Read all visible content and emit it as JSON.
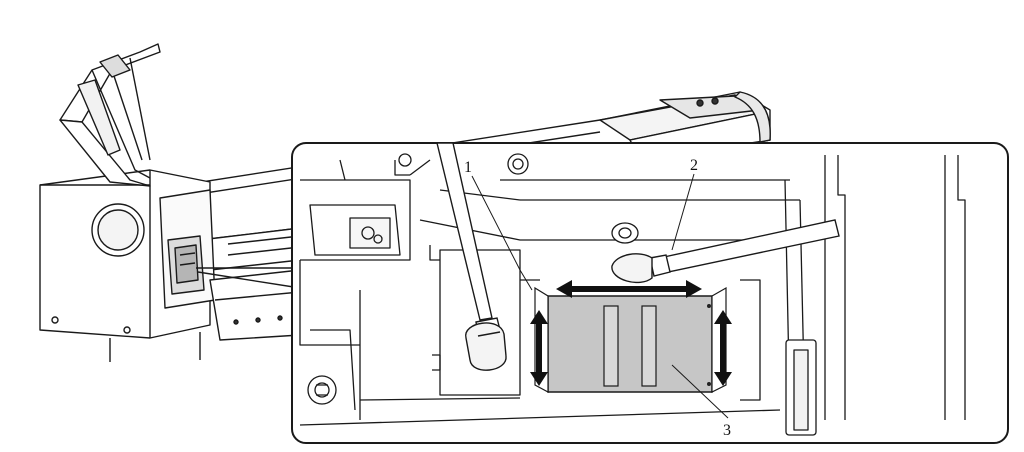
{
  "callouts": [
    {
      "id": "swab-left",
      "label": "1"
    },
    {
      "id": "swab-right",
      "label": "2"
    },
    {
      "id": "head-cover-plate",
      "label": "3"
    }
  ],
  "colors": {
    "line": "#1a1a1a",
    "plate": "#c6c6c6",
    "background": "#ffffff"
  }
}
